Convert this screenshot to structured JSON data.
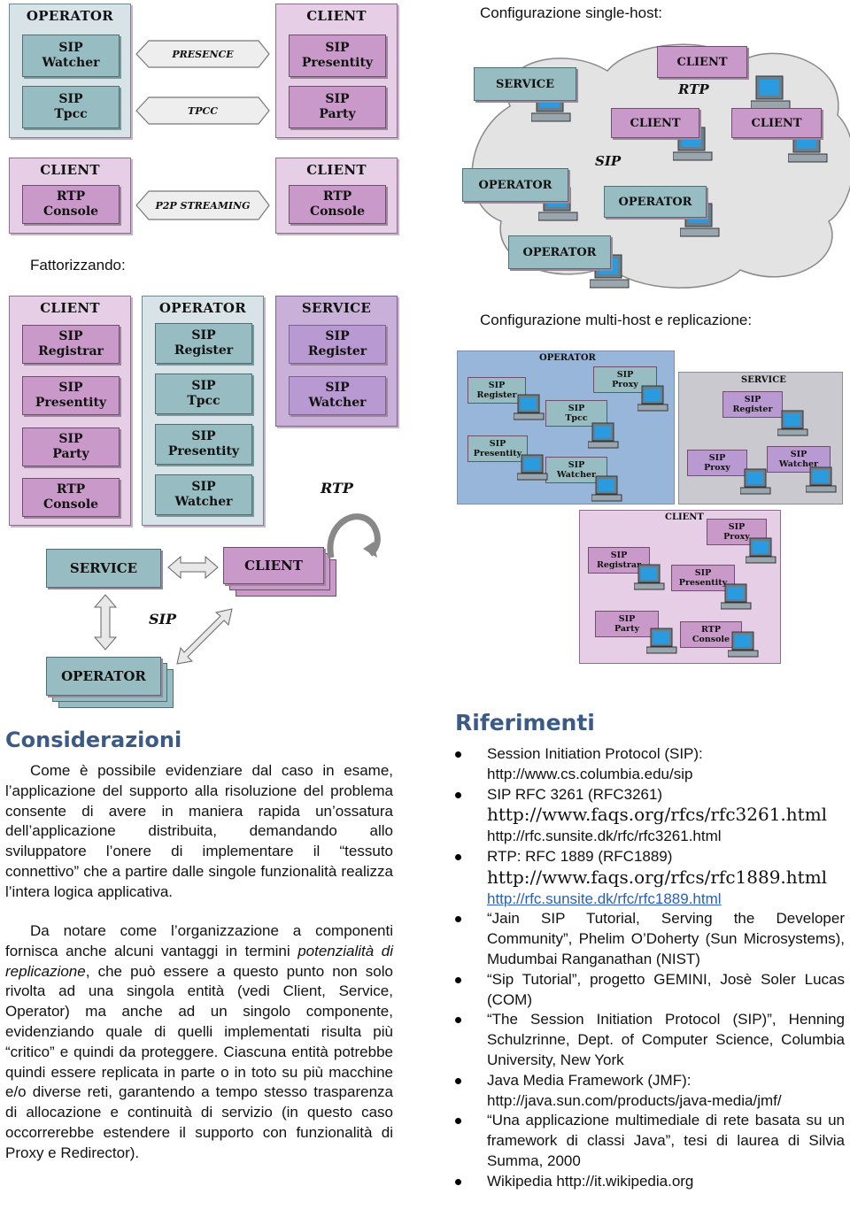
{
  "diagram_top": {
    "operator_title": "OPERATOR",
    "sip_watcher": "SIP\nWatcher",
    "sip_tpcc": "SIP\nTpcc",
    "presence": "PRESENCE",
    "tpcc": "TPCC",
    "client1_title": "CLIENT",
    "sip_presentity": "SIP\nPresentity",
    "sip_party": "SIP\nParty",
    "client2_title": "CLIENT",
    "rtp_console_a": "RTP\nConsole",
    "p2p": "P2P\nSTREAMING",
    "client3_title": "CLIENT",
    "rtp_console_b": "RTP\nConsole"
  },
  "single_host": {
    "caption": "Configurazione single-host:",
    "service": "SERVICE",
    "client_a": "CLIENT",
    "rtp": "RTP",
    "client_b": "CLIENT",
    "client_c": "CLIENT",
    "sip": "SIP",
    "operator_a": "OPERATOR",
    "operator_b": "OPERATOR",
    "operator_c": "OPERATOR"
  },
  "factor": {
    "caption": "Fattorizzando:",
    "client_title": "CLIENT",
    "client_items": [
      "SIP\nRegistrar",
      "SIP\nPresentity",
      "SIP\nParty",
      "RTP\nConsole"
    ],
    "operator_title": "OPERATOR",
    "operator_items": [
      "SIP\nRegister",
      "SIP\nTpcc",
      "SIP\nPresentity",
      "SIP\nWatcher"
    ],
    "service_title": "SERVICE",
    "service_items": [
      "SIP\nRegister",
      "SIP\nWatcher"
    ],
    "rtp": "RTP"
  },
  "relation": {
    "service": "SERVICE",
    "client": "CLIENT",
    "sip": "SIP",
    "operator": "OPERATOR"
  },
  "multi_host": {
    "caption": "Configurazione multi-host e replicazione:",
    "operator_title": "OPERATOR",
    "op_registar": "SIP\nRegister",
    "op_proxy": "SIP\nProxy",
    "op_tpcc": "SIP\nTpcc",
    "op_presentity": "SIP\nPresentity",
    "op_watcher": "SIP\nWatcher",
    "service_title": "SERVICE",
    "sv_register": "SIP\nRegister",
    "sv_proxy": "SIP\nProxy",
    "sv_watcher": "SIP\nWatcher",
    "client_title": "CLIENT",
    "cl_proxy": "SIP\nProxy",
    "cl_registrar": "SIP\nRegistrar",
    "cl_presentity": "SIP\nPresentity",
    "cl_party": "SIP\nParty",
    "cl_console": "RTP\nConsole"
  },
  "considerazioni": {
    "heading": "Considerazioni",
    "p1": "Come è possibile evidenziare dal caso in esame, l’applicazione del supporto alla risoluzione del problema consente di avere in maniera rapida un’ossatura dell’applicazione distribuita, demandando allo sviluppatore l’onere di implementare il “tessuto connettivo” che a partire dalle singole funzionalità realizza l’intera logica applicativa.",
    "p2a": "Da notare come l’organizzazione a componenti fornisca anche alcuni vantaggi in termini ",
    "p2i": "potenzialità di replicazione",
    "p2b": ", che può essere a questo punto non solo rivolta ad una singola entità (vedi Client, Service, Operator) ma anche ad un singolo componente, evidenziando quale di quelli implementati risulta più “critico” e quindi da proteggere. Ciascuna entità potrebbe quindi essere replicata in parte o in toto su più macchine e/o diverse reti, garantendo a tempo stesso trasparenza di allocazione e continuità di servizio (in questo caso occorrerebbe estendere il supporto con funzionalità di Proxy e Redirector)."
  },
  "riferimenti": {
    "heading": "Riferimenti",
    "r1a": "Session Initiation Protocol (SIP):",
    "r1b": "http://www.cs.columbia.edu/sip",
    "r2a": "SIP RFC 3261 (RFC3261)",
    "r2b": "http://www.faqs.org/rfcs/rfc3261.html",
    "r2c": "http://rfc.sunsite.dk/rfc/rfc3261.html",
    "r3a": "RTP: RFC 1889 (RFC1889)",
    "r3b": "http://www.faqs.org/rfcs/rfc1889.html",
    "r3c": "http://rfc.sunsite.dk/rfc/rfc1889.html",
    "r4": "“Jain SIP Tutorial, Serving the Developer Community”, Phelim O’Doherty (Sun Microsystems), Mudumbai Ranganathan (NIST)",
    "r5": "“Sip Tutorial”, progetto GEMINI, Josè Soler Lucas (COM)",
    "r6": "“The Session Initiation Protocol (SIP)”, Henning Schulzrinne, Dept. of Computer Science, Columbia University, New York",
    "r7a": "Java Media Framework (JMF):",
    "r7b": "http://java.sun.com/products/java-media/jmf/",
    "r8": "“Una applicazione multimediale di rete basata su un framework di classi Java”, tesi di laurea di Silvia Summa, 2000",
    "r9": "Wikipedia http://it.wikipedia.org"
  }
}
